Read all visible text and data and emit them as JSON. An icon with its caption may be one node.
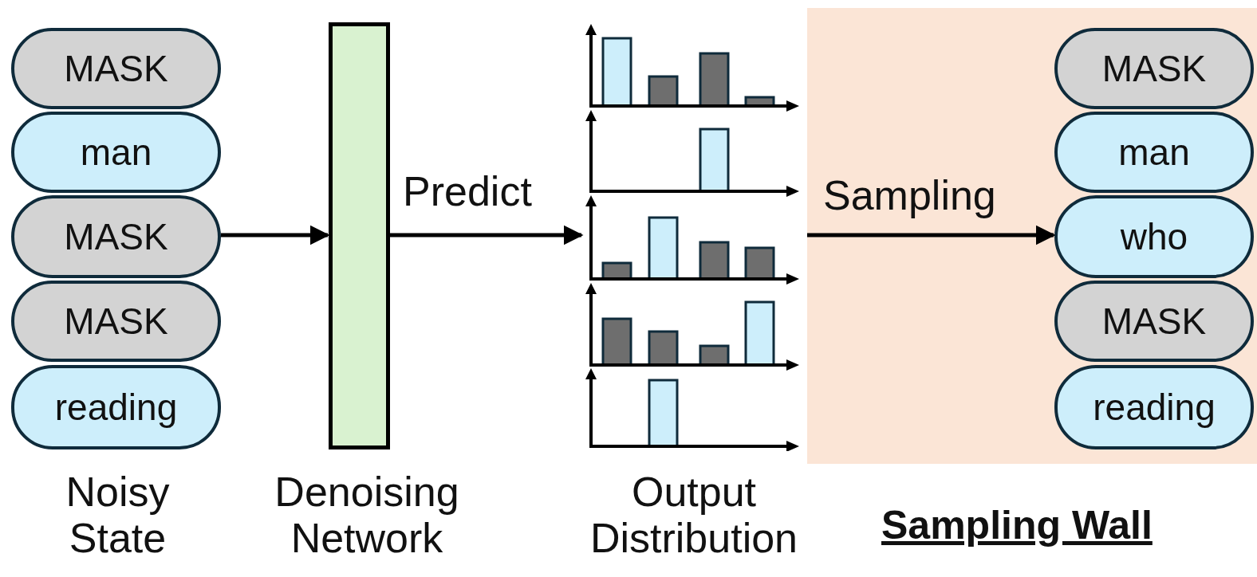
{
  "diagram": {
    "nodes": [
      {
        "text": [
          "MASK"
        ]
      },
      {
        "text": [
          "man"
        ]
      },
      {
        "text": [
          "MASK"
        ]
      },
      {
        "text": [
          "MASK"
        ]
      },
      {
        "text": [
          "reading"
        ]
      },
      {
        "text": [],
        "shape": "box"
      },
      {
        "text": [],
        "shape": "picture"
      },
      {
        "text": [
          "Sampling Wall"
        ]
      },
      {
        "text": [
          "MASK"
        ],
        "in": 7
      },
      {
        "text": [
          "man"
        ],
        "in": 7
      },
      {
        "text": [
          "who"
        ],
        "in": 7
      },
      {
        "text": [
          "MASK"
        ],
        "in": 7
      },
      {
        "text": [
          "reading"
        ],
        "in": 7
      }
    ],
    "edges": [
      {
        "from": 2,
        "to": 5,
        "arrow": "to"
      },
      {
        "from": 5,
        "to": 6,
        "arrow": "to",
        "label": "Predict"
      },
      {
        "from": null,
        "to": 10,
        "arrow": "to",
        "label": "Sampling"
      }
    ],
    "labels": [
      "Noisy State",
      "Denoising Network",
      "Output Distribution"
    ]
  }
}
